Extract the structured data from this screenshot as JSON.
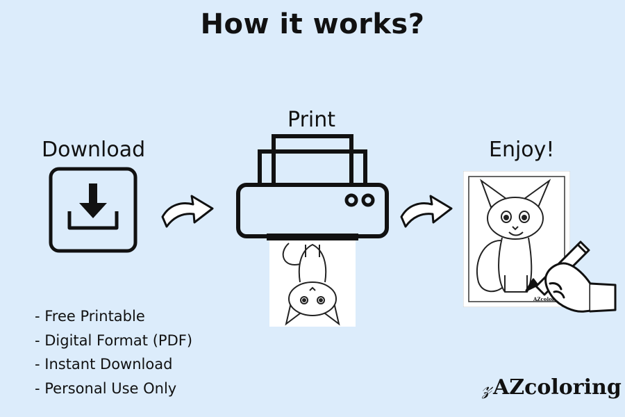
{
  "title": "How it works?",
  "steps": {
    "download": "Download",
    "print": "Print",
    "enjoy": "Enjoy!"
  },
  "features": [
    "- Free Printable",
    "- Digital Format (PDF)",
    "- Instant Download",
    "- Personal Use Only"
  ],
  "brand": {
    "mark": "𝓏",
    "name": "AZcoloring"
  },
  "page_watermark": "AZcoloring",
  "colors": {
    "background": "#dcecfb",
    "ink": "#111111"
  },
  "icons": [
    "download-icon",
    "arrow-icon",
    "printer-icon",
    "coloring-page",
    "hand-pencil-icon"
  ]
}
